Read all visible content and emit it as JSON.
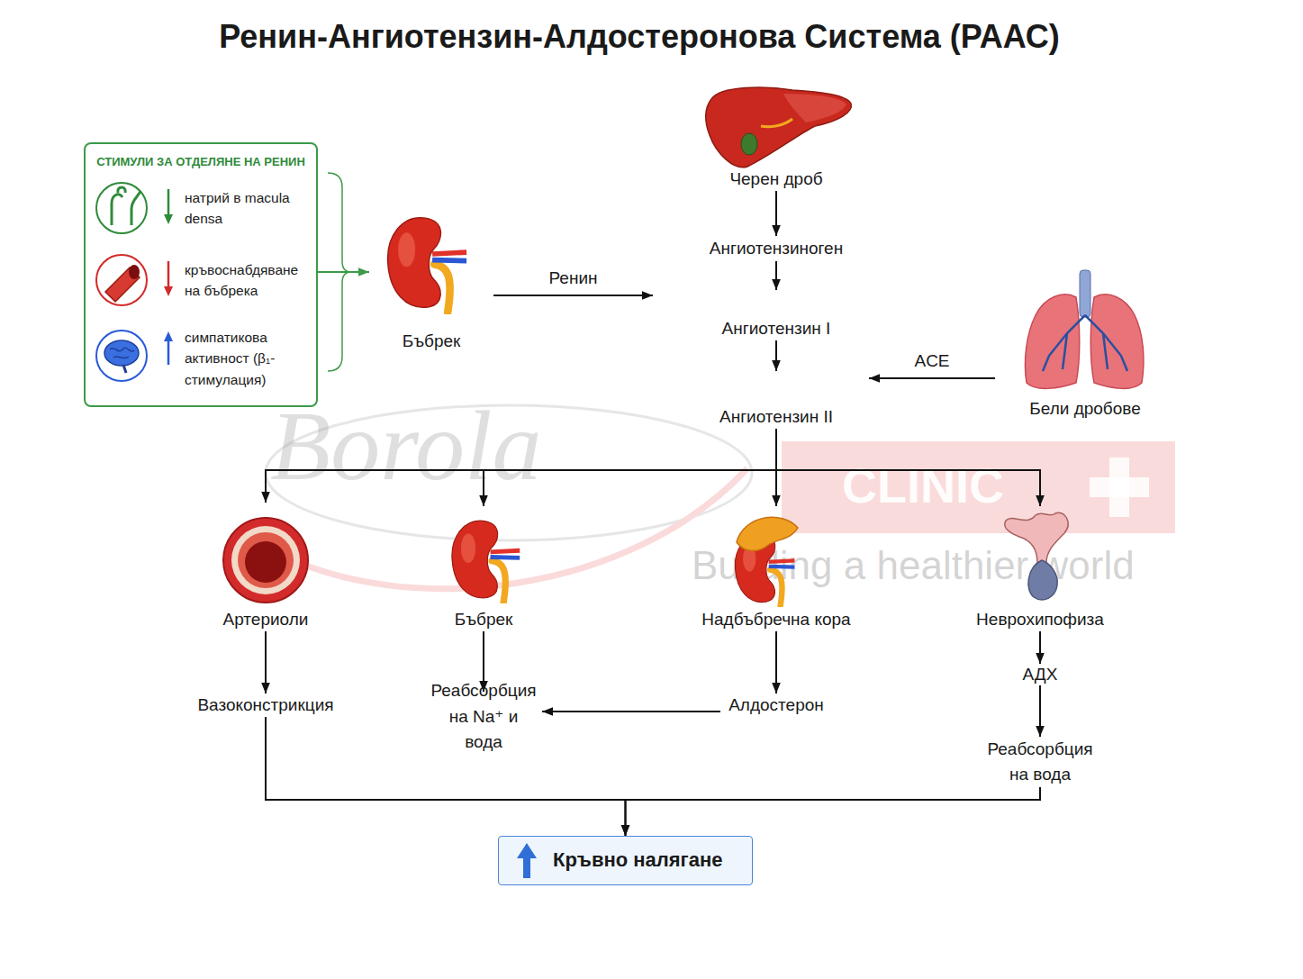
{
  "diagram": {
    "title": "Ренин-Ангиотензин-Алдостеронова Система (РААС)",
    "nodes": [
      {
        "text": [
          "СТИМУЛИ ЗА ОТДЕЛЯНЕ НА РЕНИН"
        ]
      },
      {
        "text": [
          "натрий в macula densa"
        ],
        "in": 0
      },
      {
        "text": [
          "кръвоснабдяване на бъбрека"
        ],
        "in": 0
      },
      {
        "text": [
          "симпатикова активност (β₁-стимулация)"
        ],
        "in": 0
      },
      {
        "text": [
          "Черен дроб"
        ]
      },
      {
        "text": [
          "Бъбрек"
        ]
      },
      {
        "text": [
          "Ангиотензиноген"
        ]
      },
      {
        "text": [
          "Ангиотензин I"
        ]
      },
      {
        "text": [
          "Бели дробове"
        ]
      },
      {
        "text": [
          "Ангиотензин II"
        ]
      },
      {
        "text": [
          "Артериоли"
        ]
      },
      {
        "text": [
          "Бъбрек"
        ]
      },
      {
        "text": [
          "Надбъбречна кора"
        ]
      },
      {
        "text": [
          "Неврохипофиза"
        ]
      },
      {
        "text": [
          "АДХ"
        ]
      },
      {
        "text": [
          "Вазоконстрикция"
        ]
      },
      {
        "text": [
          "Реабсорбция на Na⁺ и вода"
        ]
      },
      {
        "text": [
          "Алдостерон"
        ]
      },
      {
        "text": [
          "Реабсорбция на вода"
        ]
      },
      {
        "text": [
          "Кръвно налягане"
        ]
      }
    ],
    "edges": [
      {
        "from": 0,
        "to": 5,
        "arrow": "to"
      },
      {
        "from": 5,
        "to": 7,
        "label": "Ренин",
        "arrow": "to"
      },
      {
        "from": 4,
        "to": 6,
        "arrow": "to"
      },
      {
        "from": 6,
        "to": 7,
        "arrow": "to"
      },
      {
        "from": 8,
        "to": 9,
        "label": "ACE",
        "arrow": "to"
      },
      {
        "from": 7,
        "to": 9,
        "arrow": "to"
      },
      {
        "from": 9,
        "to": 10,
        "arrow": "to"
      },
      {
        "from": 9,
        "to": 11,
        "arrow": "to"
      },
      {
        "from": 9,
        "to": 12,
        "arrow": "to"
      },
      {
        "from": 9,
        "to": 13,
        "arrow": "to"
      },
      {
        "from": 10,
        "to": 15,
        "arrow": "to"
      },
      {
        "from": 11,
        "to": 16,
        "arrow": "to"
      },
      {
        "from": 12,
        "to": 17,
        "arrow": "to"
      },
      {
        "from": 17,
        "to": 16,
        "arrow": "to"
      },
      {
        "from": 13,
        "to": 14,
        "arrow": "to"
      },
      {
        "from": 14,
        "to": 18,
        "arrow": "to"
      },
      {
        "from": 15,
        "to": 19,
        "arrow": "to"
      },
      {
        "from": 18,
        "to": 19,
        "arrow": "to"
      }
    ],
    "labels": [
      "Borola",
      "CLINIC",
      "Building a healthier world"
    ]
  }
}
